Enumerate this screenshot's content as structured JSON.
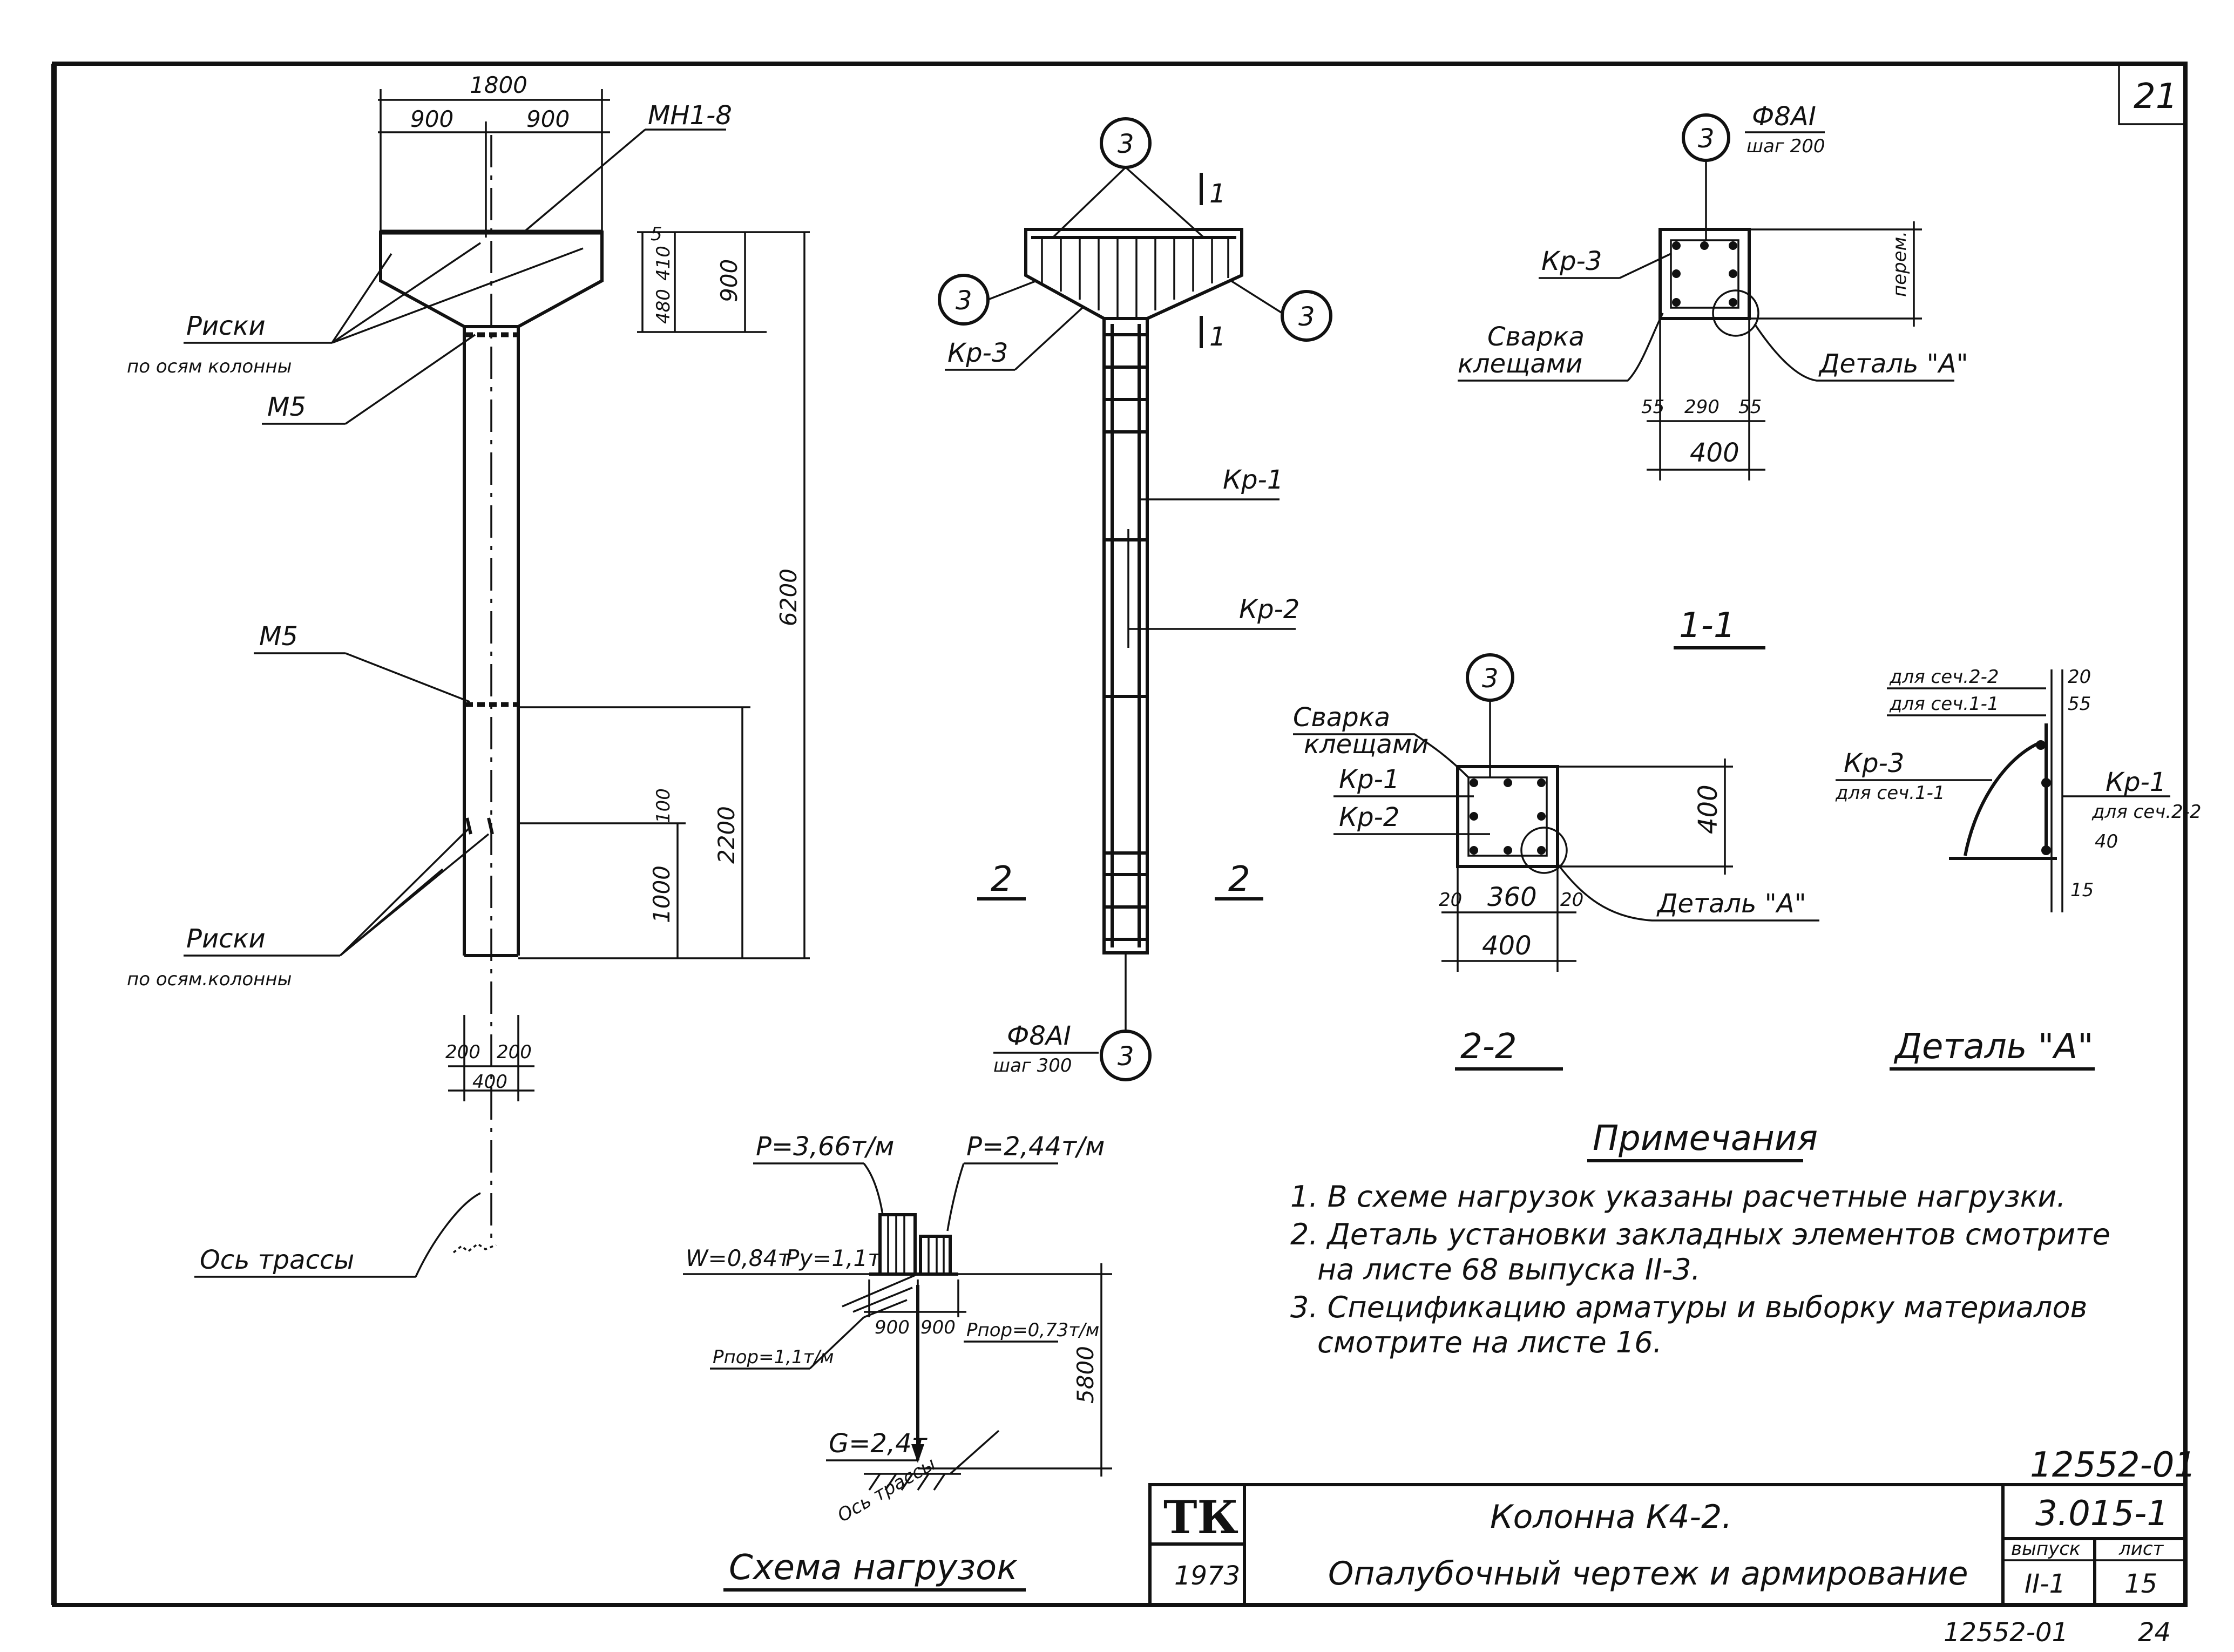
{
  "sheet_number": "21",
  "bottom_code": "12552-01",
  "bottom_page": "24",
  "elevation": {
    "dim_top": "1800",
    "dim_left": "900",
    "dim_right": "900",
    "plate_mark": "МН1-8",
    "v_dims": [
      "5",
      "410",
      "480",
      "900"
    ],
    "marks_label_1": "Риски",
    "marks_label_1_sub": "по осям колонны",
    "m5_upper": "М5",
    "m5_lower": "М5",
    "height_total": "6200",
    "height_2200": "2200",
    "height_1000": "1000",
    "dim_100": "100",
    "marks_label_2": "Риски",
    "marks_label_2_sub": "по осям.колонны",
    "base_left": "200",
    "base_right": "200",
    "base_total": "400",
    "axis_label": "Ось трассы"
  },
  "reinforcement": {
    "pos_3": "3",
    "section_1": "1",
    "section_2": "2",
    "kr3": "Кр-3",
    "kr1": "Кр-1",
    "kr2": "Кр-2",
    "bar_spec_1": "Ф8АI",
    "bar_spec_2": "шаг 300"
  },
  "section_1_1": {
    "title": "1-1",
    "pos_3": "3",
    "bar_spec_1": "Ф8АI",
    "bar_spec_2": "шаг 200",
    "kr3": "Кр-3",
    "weld_1": "Сварка",
    "weld_2": "клещами",
    "detail": "Деталь \"А\"",
    "dim_left": "55",
    "dim_mid": "290",
    "dim_right": "55",
    "dim_total": "400",
    "dim_vert": "перем."
  },
  "section_2_2": {
    "title": "2-2",
    "pos_3": "3",
    "weld_1": "Сварка",
    "weld_2": "клещами",
    "kr1": "Кр-1",
    "kr2": "Кр-2",
    "detail": "Деталь \"А\"",
    "dim_left": "20",
    "dim_mid": "360",
    "dim_right": "20",
    "dim_total": "400",
    "dim_vert": "400"
  },
  "detail_a": {
    "title": "Деталь \"А\"",
    "label_1": "для сеч.2-2",
    "label_2": "для сеч.1-1",
    "dim_20": "20",
    "dim_55": "55",
    "kr3": "Кр-3",
    "kr3_sub": "для сеч.1-1",
    "kr1": "Кр-1",
    "kr1_sub": "для сеч.2-2",
    "dim_40": "40",
    "dim_15": "15"
  },
  "loads": {
    "title": "Схема нагрузок",
    "p_left": "P=3,66т/м",
    "p_right": "P=2,44т/м",
    "w": "W=0,84т",
    "py": "Py=1,1т",
    "ptop_left": "Pпор=1,1т/м",
    "ptop_right": "Pпор=0,73т/м",
    "dim_l": "900",
    "dim_r": "900",
    "height": "5800",
    "g": "G=2,4т",
    "axis": "Ось трассы"
  },
  "notes": {
    "title": "Примечания",
    "items": [
      "1. В схеме нагрузок указаны расчетные нагрузки.",
      "2. Деталь установки закладных элементов смотрите",
      "на листе 68 выпуска II-3.",
      "3. Спецификацию арматуры и выборку материалов",
      "смотрите на листе 16."
    ]
  },
  "title_block": {
    "code_top": "12552-01",
    "logo": "ТК",
    "year": "1973",
    "title_line_1": "Колонна К4-2.",
    "title_line_2": "Опалубочный чертеж и армирование",
    "series": "3.015-1",
    "issue_label": "выпуск",
    "issue_value": "II-1",
    "sheet_label": "лист",
    "sheet_value": "15"
  }
}
